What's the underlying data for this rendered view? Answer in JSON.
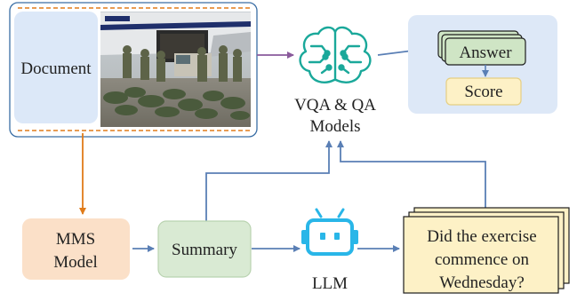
{
  "input_panel": {
    "document_label": "Document",
    "photo": "photo-airplane-cargo-soldiers"
  },
  "models": {
    "line1": "VQA & QA",
    "line2": "Models",
    "icon": "neural-brain-icon"
  },
  "outputs": {
    "answer": "Answer",
    "score": "Score"
  },
  "mms": {
    "line1": "MMS",
    "line2": "Model"
  },
  "summary": {
    "label": "Summary"
  },
  "llm": {
    "label": "LLM",
    "icon": "robot-icon"
  },
  "question": {
    "line1": "Did the exercise",
    "line2": "commence on",
    "line3": "Wednesday?"
  },
  "colors": {
    "document_box": "#dce8f8",
    "frame_border": "#3a6ea5",
    "dashed_orange": "#e07b1a",
    "mms_fill": "#fbe0c8",
    "summary_fill": "#d9ead3",
    "summary_border": "#b9d3b0",
    "answer_fill": "#cfe5c5",
    "score_fill": "#fdf1c6",
    "outputs_panel": "#dde8f7",
    "arrow_blue": "#5a7fb5",
    "arrow_purple": "#8a5a9b",
    "icon_teal": "#1aa89a",
    "icon_cyan": "#29b6e8"
  }
}
